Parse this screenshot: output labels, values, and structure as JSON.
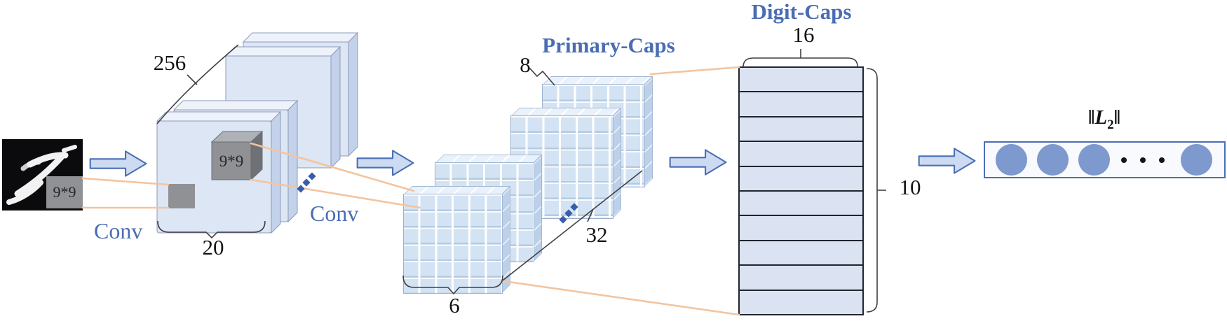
{
  "colors": {
    "accent_blue_text": "#4a6cb3",
    "arrow_fill": "#ccdbf2",
    "arrow_stroke": "#4a6fb5",
    "connector_orange": "#f4c49e",
    "slab_face": "#dce6f5",
    "caps_cube_face": "#d3e3f3",
    "digit_row_fill": "#dbe3f2",
    "output_circle_fill": "#7e99cd",
    "kernel_gray": "#8f9195"
  },
  "input": {
    "kernel_label": "9*9",
    "conv_label": "Conv"
  },
  "conv_layer": {
    "channels_label": "256",
    "width_label": "20",
    "kernel_label": "9*9",
    "conv_label": "Conv"
  },
  "primary_caps": {
    "title": "Primary-Caps",
    "capsule_dim_label": "8",
    "channels_label": "32",
    "grid_label": "6"
  },
  "digit_caps": {
    "title": "Digit-Caps",
    "dim_label": "16",
    "classes_label": "10",
    "num_rows": 10
  },
  "output": {
    "norm_prefix": "‖",
    "norm_letter": "L",
    "norm_sub": "2",
    "norm_suffix": "‖",
    "num_circles": 4
  }
}
